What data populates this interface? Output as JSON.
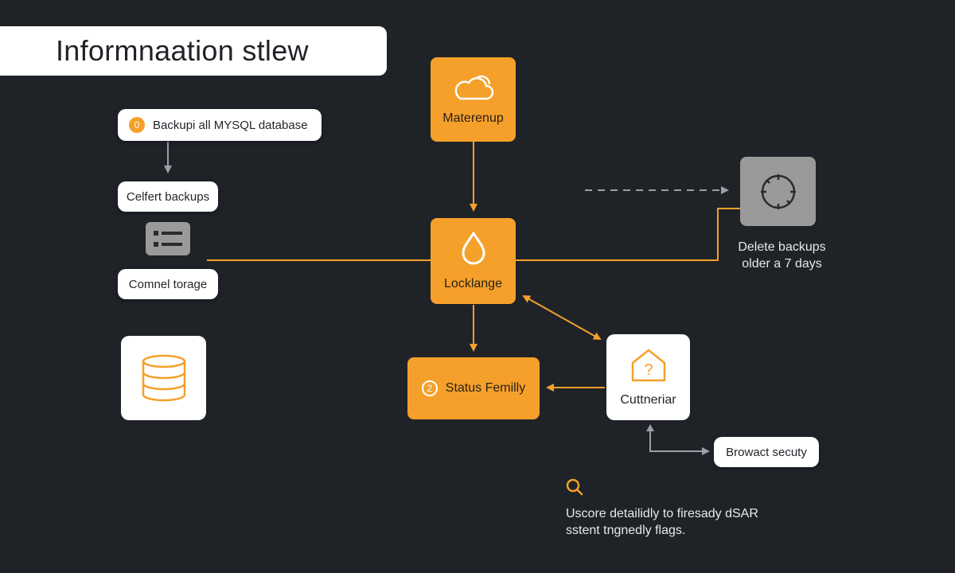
{
  "title": "Informnaation stlew",
  "left_column": {
    "step1_number": "0",
    "step1_label": "Backupi all MYSQL database",
    "step2_label": "Celfert backups",
    "list_icon": "list-icon",
    "step3_label": "Comnel torage",
    "database_icon": "database-icon"
  },
  "center_column": {
    "top_box_label": "Materenup",
    "top_box_icon": "cloud-icon",
    "middle_box_label": "Locklange",
    "middle_box_icon": "drop-icon",
    "bottom_box_number": "2",
    "bottom_box_label": "Status Femilly"
  },
  "right_column": {
    "timer_icon": "timer-icon",
    "delete_caption_line1": "Delete backups",
    "delete_caption_line2": "older a 7 days",
    "card_label": "Cuttneriar",
    "card_icon": "question-house-icon",
    "browse_label": "Browact secuty"
  },
  "footer": {
    "search_icon": "search-icon",
    "line1": "Uscore detailidly to firesady dSAR",
    "line2": "sstent tngnedly flags."
  },
  "colors": {
    "background": "#1f2328",
    "accent": "#f5a02a",
    "card": "#ffffff",
    "gray_box": "#9a9a9a",
    "arrow_gray": "#9aa0a6"
  }
}
